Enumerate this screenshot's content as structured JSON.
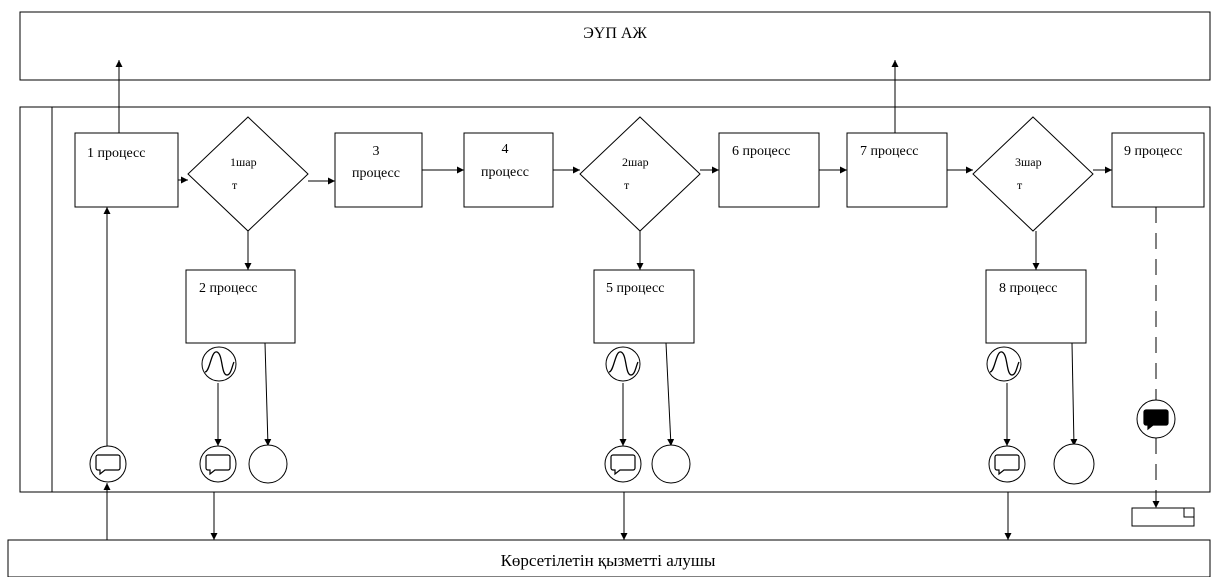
{
  "lanes": {
    "top": "ЭҮП АЖ",
    "bottom": "Көрсетілетін қызметті алушы"
  },
  "processes": {
    "p1": [
      "1 процесс"
    ],
    "p2": [
      "2 процесс"
    ],
    "p3": [
      "3",
      "процесс"
    ],
    "p4": [
      "4",
      "процесс"
    ],
    "p5": [
      "5 процесс"
    ],
    "p6": [
      "6 процесс"
    ],
    "p7": [
      "7 процесс"
    ],
    "p8": [
      "8 процесс"
    ],
    "p9": [
      "9 процесс"
    ]
  },
  "conditions": {
    "c1": [
      "1шар",
      "т"
    ],
    "c2": [
      "2шар",
      "т"
    ],
    "c3": [
      "3шар",
      "т"
    ]
  },
  "icons": {
    "message": "speech-bubble-icon",
    "message_filled": "filled-speech-bubble-icon",
    "signal": "sine-wave-icon",
    "end": "end-circle-icon",
    "document": "document-icon"
  }
}
